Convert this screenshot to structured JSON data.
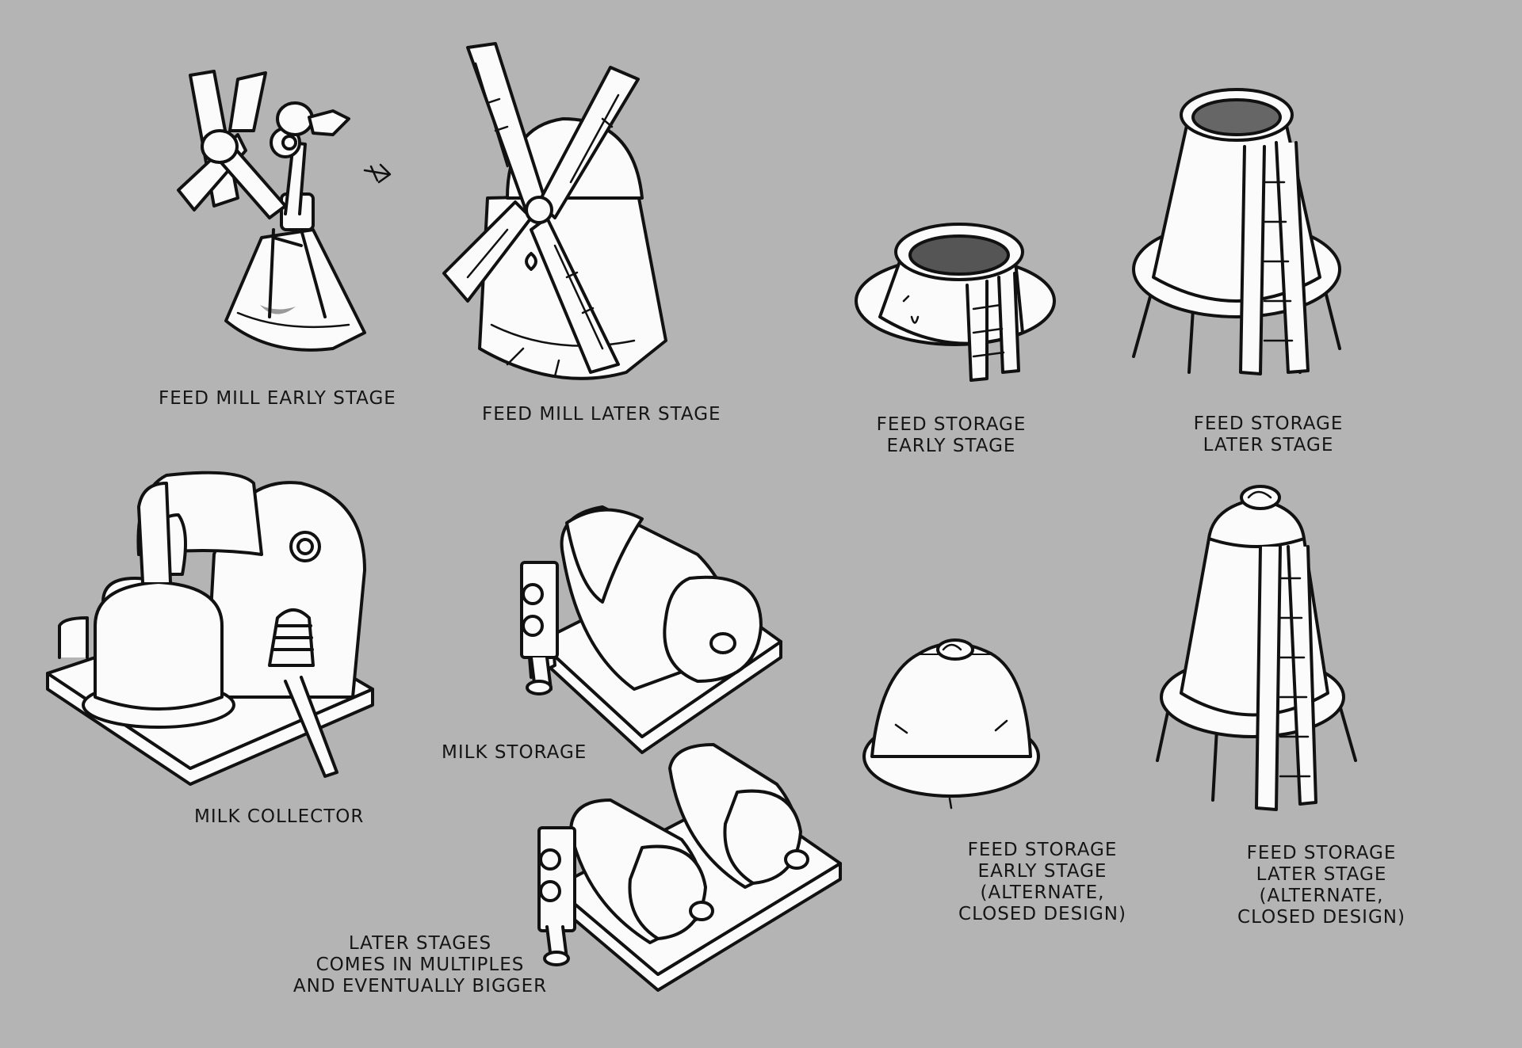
{
  "labels": {
    "feed_mill_early": "FEED MILL EARLY STAGE",
    "feed_mill_later": "FEED MILL LATER STAGE",
    "feed_storage_early": "FEED STORAGE\nEARLY STAGE",
    "feed_storage_later": "FEED STORAGE\nLATER STAGE",
    "milk_collector": "MILK COLLECTOR",
    "milk_storage": "MILK STORAGE",
    "milk_storage_later": "LATER STAGES\nCOMES IN MULTIPLES\nAND EVENTUALLY BIGGER",
    "feed_storage_early_alt": "FEED STORAGE\nEARLY STAGE\n(ALTERNATE,\nCLOSED DESIGN)",
    "feed_storage_later_alt": "FEED STORAGE\nLATER STAGE\n(ALTERNATE,\nCLOSED DESIGN)"
  },
  "colors": {
    "background": "#b4b4b4",
    "ink": "#111111",
    "paper": "#fbfbfb"
  }
}
